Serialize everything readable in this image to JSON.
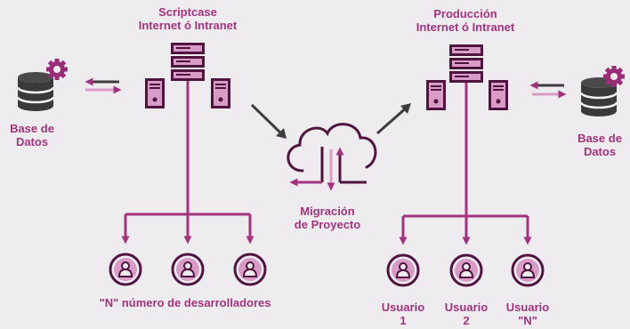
{
  "colors": {
    "background": "#eeecef",
    "accent": "#a2337e",
    "server_light": "#d89cc6",
    "server_dark": "#4f1440",
    "db_dark": "#3a3a3a",
    "gear": "#9a2d77",
    "arrow_dark": "#3d3d3d"
  },
  "dev_environment": {
    "title": "Scriptcase",
    "subtitle": "Internet ó Intranet",
    "database_label_line1": "Base de",
    "database_label_line2": "Datos",
    "developers_label": "\"N\" número de desarrolladores"
  },
  "prod_environment": {
    "title": "Producción",
    "subtitle": "Internet ó Intranet",
    "database_label_line1": "Base de",
    "database_label_line2": "Datos",
    "users": [
      {
        "line1": "Usuario",
        "line2": "1"
      },
      {
        "line1": "Usuario",
        "line2": "2"
      },
      {
        "line1": "Usuario",
        "line2": "\"N\""
      }
    ]
  },
  "migration": {
    "line1": "Migración",
    "line2": "de Proyecto"
  }
}
